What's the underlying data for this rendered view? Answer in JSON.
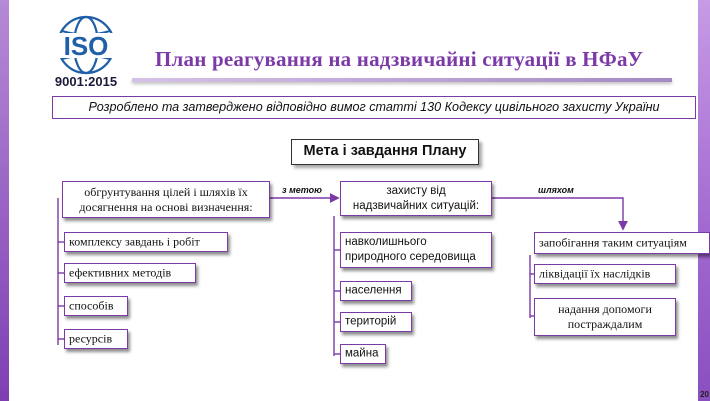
{
  "logo": {
    "text": "ISO",
    "label": "9001:2015"
  },
  "title": "План реагування на надзвичайні ситуації в НФаУ",
  "subtitle": "Розроблено та затверджено відповідно вимог статті 130 Кодексу цивільного захисту України",
  "goal_title": "Мета і завдання Плану",
  "col1": {
    "header": [
      "обгрунтування цілей і шляхів їх",
      "досягнення на основі визначення:"
    ],
    "items": [
      "комплексу завдань і робіт",
      "ефективних методів",
      "способів",
      "ресурсів"
    ]
  },
  "col2": {
    "header": [
      "захисту від",
      "надзвичайних ситуацій:"
    ],
    "items": [
      [
        "навколишнього",
        "природного середовища"
      ],
      [
        "населення"
      ],
      [
        "територій"
      ],
      [
        "майна"
      ]
    ]
  },
  "col3": {
    "items": [
      [
        "запобігання таким ситуаціям"
      ],
      [
        "ліквідації їх наслідків"
      ],
      [
        "надання допомоги",
        "постраждалим"
      ]
    ]
  },
  "labels": {
    "with_goal": "з метою",
    "by_means": "шляхом"
  },
  "page_number": "20"
}
